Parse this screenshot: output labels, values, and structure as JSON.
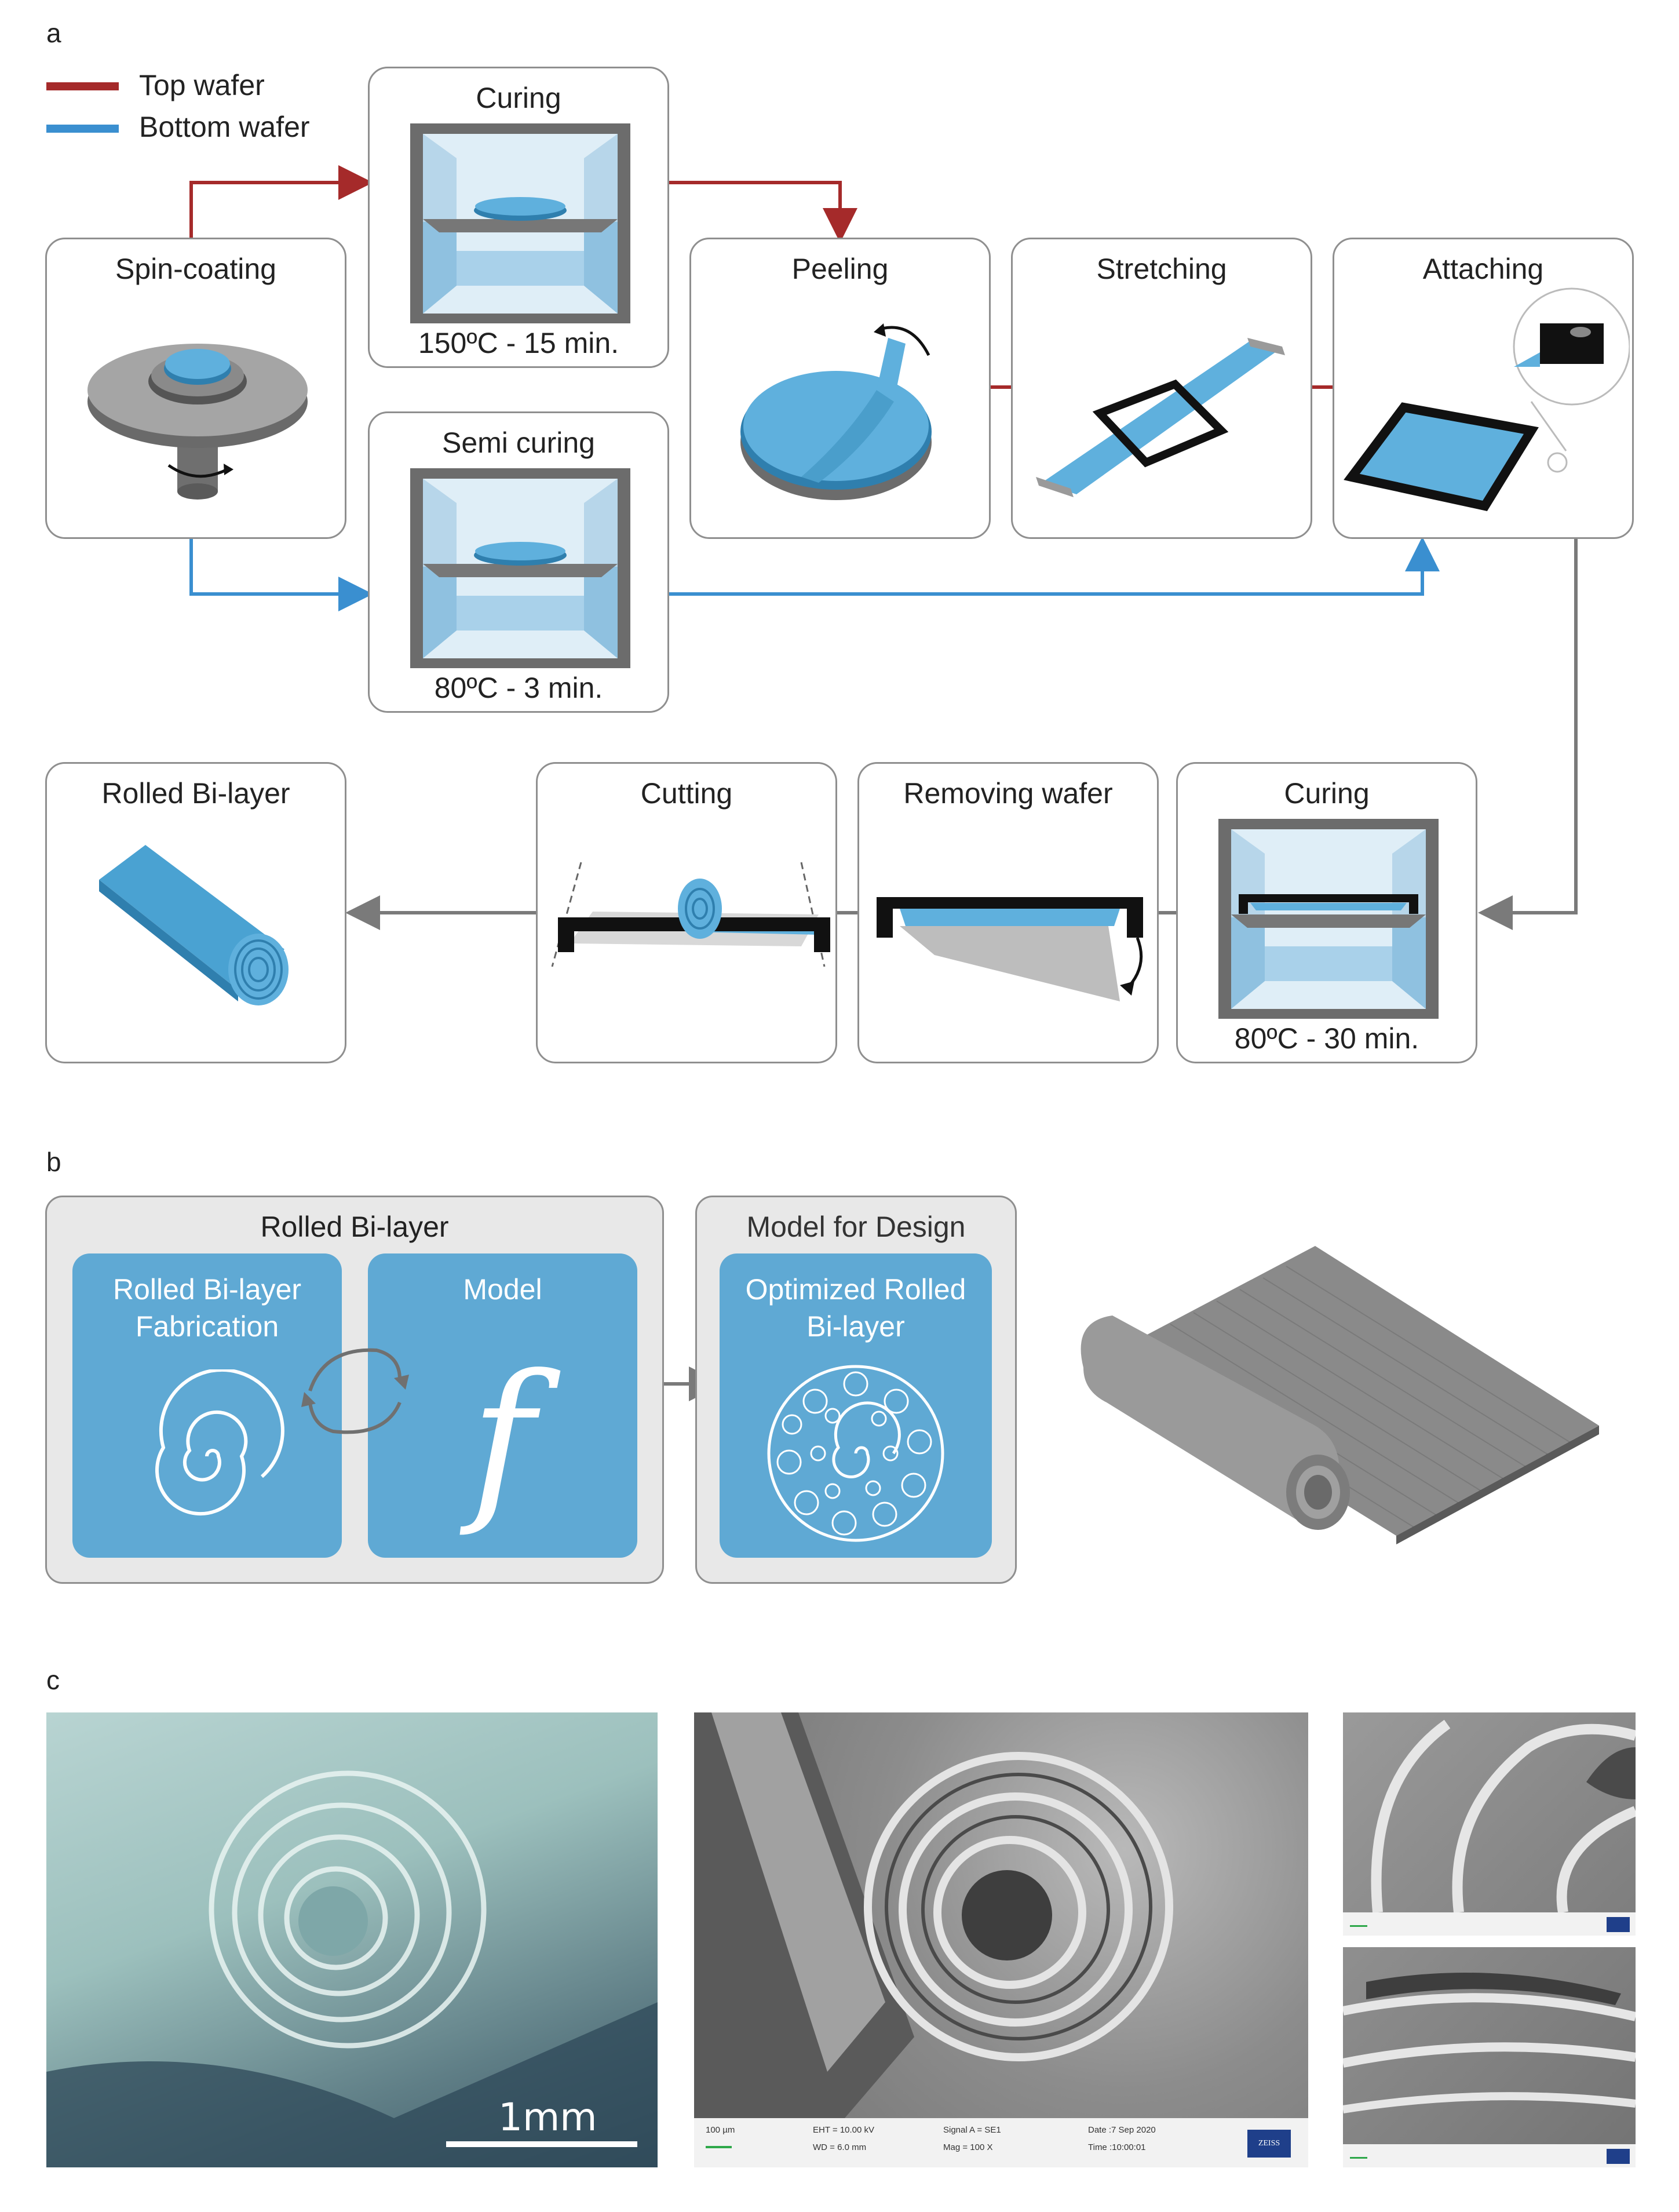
{
  "panels": {
    "a": "a",
    "b": "b",
    "c": "c"
  },
  "legend": {
    "top_wafer": "Top wafer",
    "bottom_wafer": "Bottom wafer",
    "top_color": "#a52a2a",
    "bottom_color": "#3a8fd0"
  },
  "steps": {
    "spin_coating": {
      "title": "Spin-coating"
    },
    "curing_top": {
      "title": "Curing",
      "caption": "150ºC - 15 min."
    },
    "semi_curing": {
      "title": "Semi curing",
      "caption": "80ºC - 3 min."
    },
    "peeling": {
      "title": "Peeling"
    },
    "stretching": {
      "title": "Stretching"
    },
    "attaching": {
      "title": "Attaching"
    },
    "curing_final": {
      "title": "Curing",
      "caption": "80ºC - 30 min."
    },
    "removing_wafer": {
      "title": "Removing wafer"
    },
    "cutting": {
      "title": "Cutting"
    },
    "rolled_bilayer": {
      "title": "Rolled Bi-layer"
    }
  },
  "panel_b": {
    "group1_title": "Rolled Bi-layer",
    "tile_fabrication": "Rolled Bi-layer Fabrication",
    "tile_model": "Model",
    "model_symbol": "f",
    "group2_title": "Model for Design",
    "tile_optimized": "Optimized Rolled Bi-layer"
  },
  "panel_c": {
    "scale_label": "1mm",
    "sem": {
      "scale": "100 µm",
      "eht": "EHT = 10.00 kV",
      "wd": "WD = 6.0 mm",
      "signal": "Signal A = SE1",
      "mag": "Mag = 100 X",
      "date": "Date :7 Sep 2020",
      "time": "Time :10:00:01",
      "brand": "ZEISS"
    }
  }
}
